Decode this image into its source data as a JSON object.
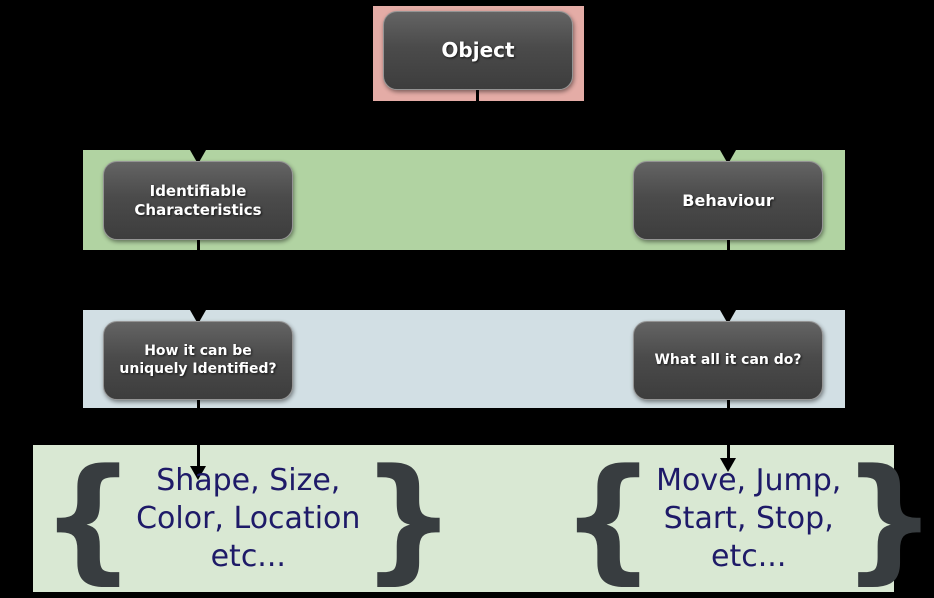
{
  "diagram": {
    "nodes": {
      "object": {
        "label": "Object"
      },
      "identifiable": {
        "label": "Identifiable Characteristics"
      },
      "behaviour": {
        "label": "Behaviour"
      },
      "how_identified": {
        "label": "How it can be uniquely Identified?"
      },
      "what_can_do": {
        "label": "What all it can do?"
      }
    },
    "bottom": {
      "left": {
        "open_brace": "{",
        "close_brace": "}",
        "lines": [
          "Shape, Size,",
          "Color, Location",
          "etc..."
        ]
      },
      "right": {
        "open_brace": "{",
        "close_brace": "}",
        "lines": [
          "Move, Jump,",
          "Start, Stop,",
          "etc..."
        ]
      }
    },
    "colors": {
      "background": "#000000",
      "object_halo": "#e4aca6",
      "row2_band": "#b1d3a2",
      "row3_band": "#d2dfe4",
      "bottom_panel": "#d9e8d3",
      "node_fill_top": "#646464",
      "node_fill_bottom": "#3d3d3d",
      "node_text": "#ffffff",
      "bottom_text": "#1e1a68",
      "brace": "#383d40",
      "connector": "#000000"
    }
  }
}
